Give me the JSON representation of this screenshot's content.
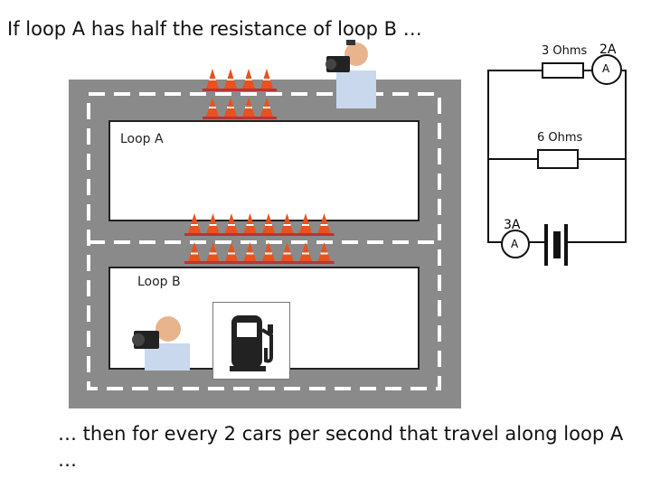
{
  "heading": "If loop A has half the resistance of loop B …",
  "footer": "… then for every 2 cars per second that travel along loop A …",
  "loops": {
    "a_label": "Loop A",
    "b_label": "Loop B"
  },
  "circuit": {
    "top_resistor": "3 Ohms",
    "top_current": "2A",
    "mid_resistor": "6 Ohms",
    "main_current": "3A",
    "ammeter_symbol": "A"
  },
  "icons": [
    "traffic-cone-icon",
    "speed-camera-officer-icon",
    "fuel-pump-icon",
    "battery-icon",
    "ammeter-icon",
    "resistor-icon"
  ],
  "colors": {
    "road": "#8a8a8a",
    "cone": "#e8521e",
    "lane_marking": "#ffffff"
  }
}
